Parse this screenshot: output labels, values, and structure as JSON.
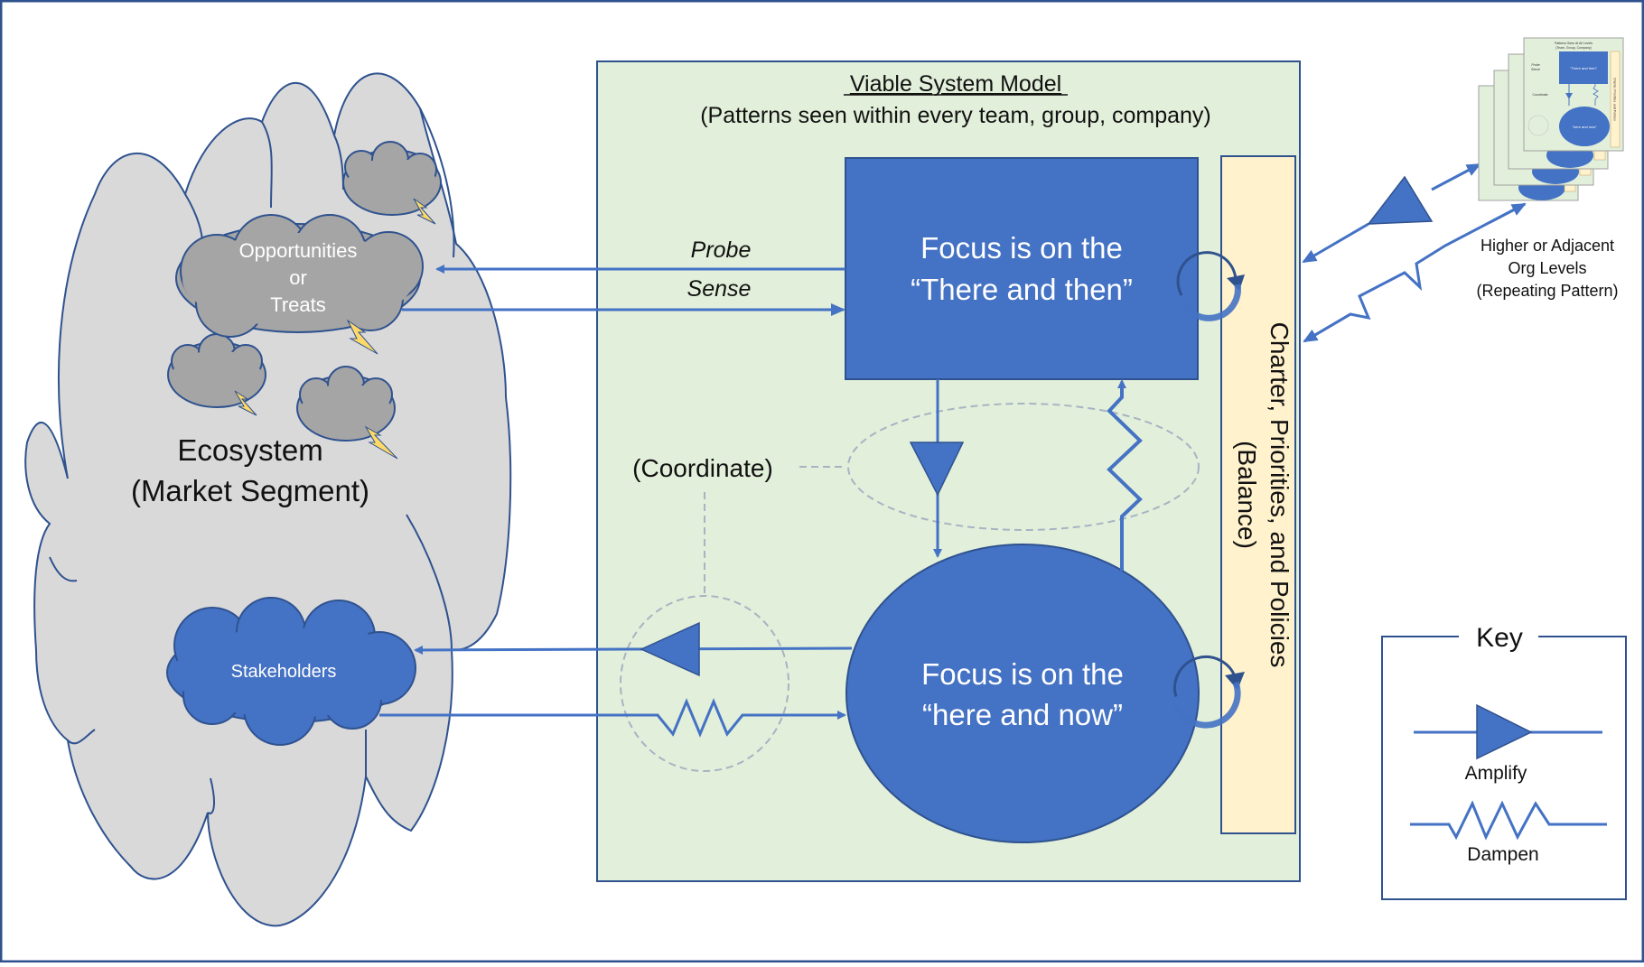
{
  "ecosystem": {
    "title_line1": "Ecosystem",
    "title_line2": "(Market Segment)",
    "opportunities": {
      "line1": "Opportunities",
      "line2": "or",
      "line3": "Treats"
    },
    "stakeholders": "Stakeholders"
  },
  "vsm": {
    "title": "Viable System Model",
    "subtitle": "(Patterns seen within every team, group, company)",
    "probe_label": "Probe",
    "sense_label": "Sense",
    "coordinate_label": "(Coordinate)",
    "there_then": {
      "line1": "Focus is on the",
      "line2": "“There and then”"
    },
    "here_now": {
      "line1": "Focus is on the",
      "line2": "“here and now”"
    },
    "charter": {
      "line1": "Charter, Priorities, and Policies",
      "line2": "(Balance)"
    }
  },
  "higher_levels": {
    "line1": "Higher or Adjacent",
    "line2": "Org Levels",
    "line3": "(Repeating Pattern)",
    "thumbnail": {
      "title_line1": "Patterns Seen At All Levels",
      "title_line2": "(Team, Group, Company)",
      "probe": "Probe",
      "sense": "Sense",
      "coordinate": "Coordinate",
      "there_then": "“There and then”",
      "here_now": "“here and now”",
      "charter": "Charter, Priorities, and Policies"
    }
  },
  "key": {
    "title": "Key",
    "amplify": "Amplify",
    "dampen": "Dampen"
  },
  "colors": {
    "primary_blue": "#4472c4",
    "outline_blue": "#2f528f",
    "vsm_background": "#e2efda",
    "charter_background": "#fff2cc",
    "ecosystem_gray": "#d9d9d9",
    "storm_gray": "#a5a5a5",
    "lightning_yellow": "#ffd966",
    "dashed_gray": "#a6b4c4"
  }
}
